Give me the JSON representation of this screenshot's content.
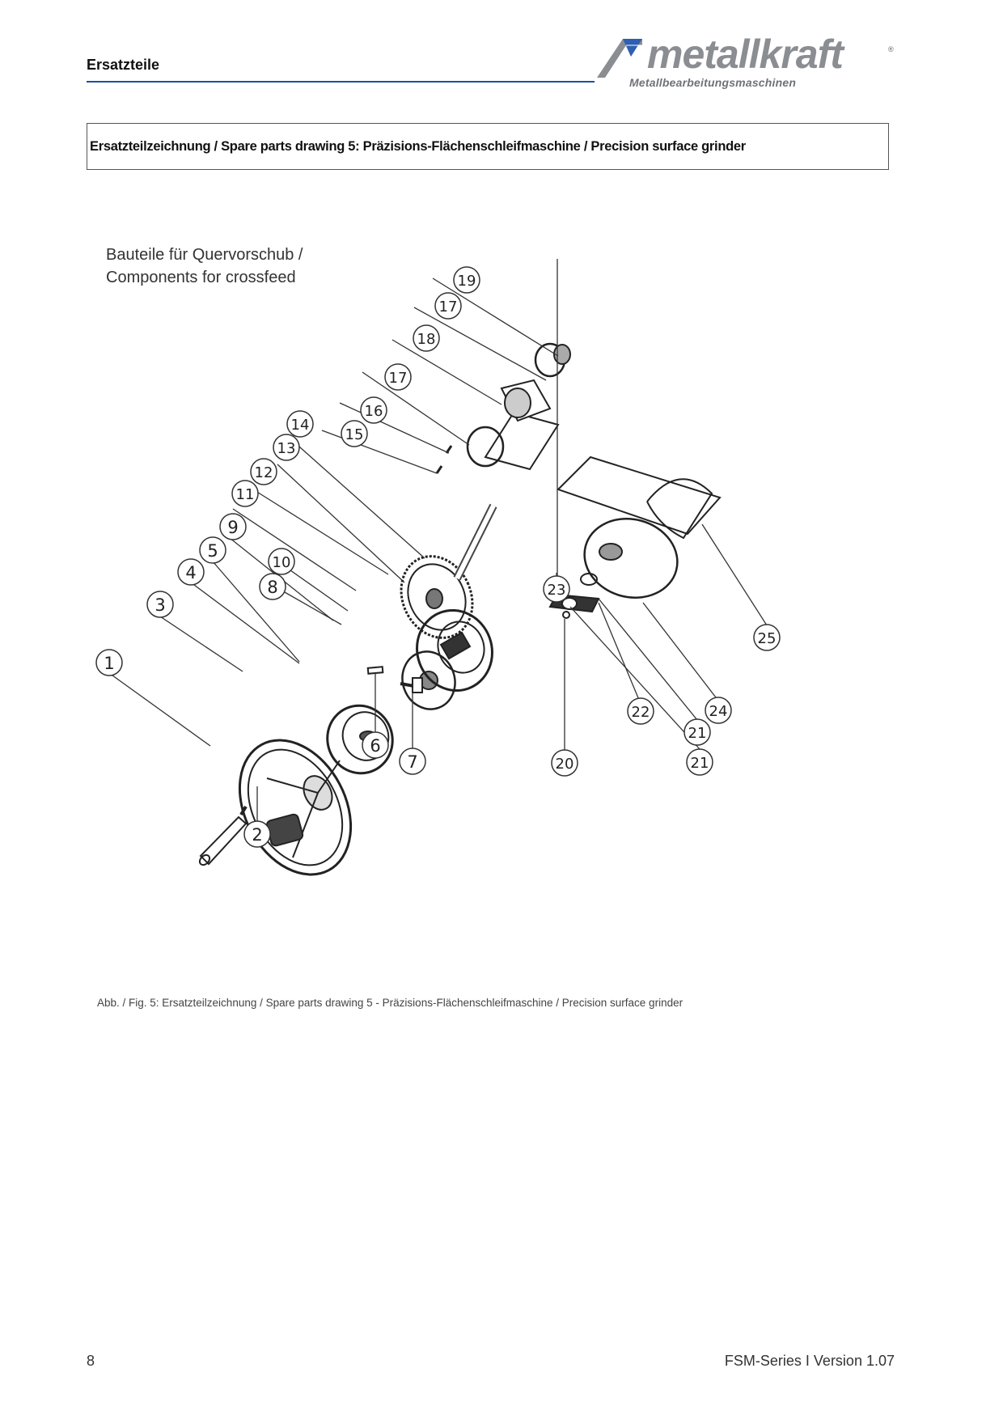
{
  "header": {
    "section_label": "Ersatzteile",
    "rule_color": "#1f4f9e"
  },
  "logo": {
    "name": "metallkraft",
    "registered": "®",
    "tagline": "Metallbearbeitungsmaschinen",
    "icon": "metallkraft-logo-icon",
    "color": "#8a8d92"
  },
  "title_box": {
    "text": "Ersatzteilzeichnung  / Spare parts drawing 5: Präzisions-Flächenschleifmaschine / Precision surface grinder"
  },
  "drawing": {
    "subtitle_line1": "Bauteile für Quervorschub /",
    "subtitle_line2": "Components for crossfeed",
    "callouts": [
      "1",
      "2",
      "3",
      "4",
      "5",
      "6",
      "7",
      "8",
      "9",
      "10",
      "11",
      "12",
      "13",
      "14",
      "15",
      "16",
      "17",
      "17",
      "18",
      "19",
      "20",
      "21",
      "21",
      "22",
      "23",
      "24",
      "25"
    ]
  },
  "caption": "Abb. / Fig. 5: Ersatzteilzeichnung / Spare parts drawing 5 - Präzisions-Flächenschleifmaschine / Precision surface grinder",
  "footer": {
    "page_number": "8",
    "version": "FSM-Series I Version 1.07"
  }
}
